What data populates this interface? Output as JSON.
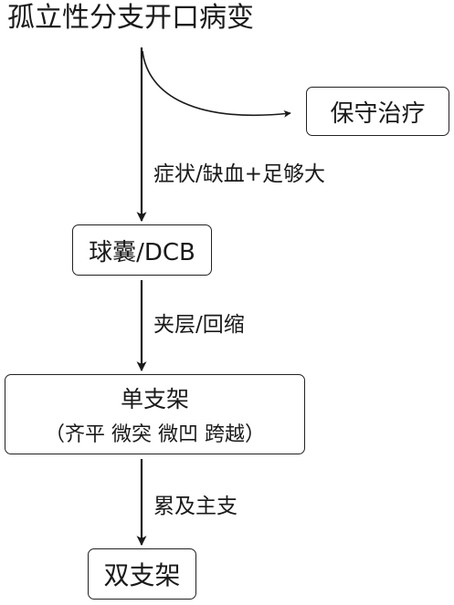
{
  "title": "孤立性分支开口病变",
  "nodes": {
    "conservative": "保守治疗",
    "balloon": "球囊/DCB",
    "single_stent": {
      "label": "单支架",
      "sub": "（齐平  微突  微凹  跨越）"
    },
    "double_stent": "双支架"
  },
  "edges": {
    "to_balloon": "症状/缺血+足够大",
    "to_single": "夹层/回缩",
    "to_double": "累及主支"
  }
}
